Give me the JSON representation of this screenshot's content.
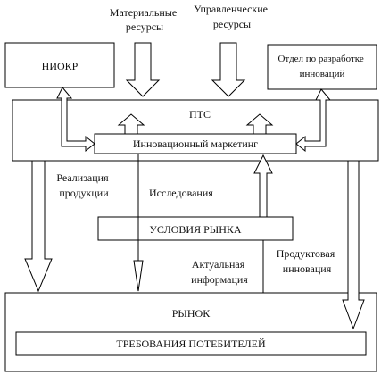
{
  "labels": {
    "material_resources": [
      "Материальные",
      "ресурсы"
    ],
    "management_resources": [
      "Управленческие",
      "ресурсы"
    ],
    "niokr": "НИОКР",
    "innovation_dept": [
      "Отдел по разработке",
      "инноваций"
    ],
    "pts": "ПТС",
    "innovation_marketing": "Инновационный маркетинг",
    "product_sales": [
      "Реализация",
      "продукции"
    ],
    "research": "Исследования",
    "market_conditions": "УСЛОВИЯ РЫНКА",
    "actual_info": [
      "Актуальная",
      "информация"
    ],
    "product_innovation": [
      "Продуктовая",
      "инновация"
    ],
    "market": "РЫНОК",
    "consumer_requirements": "ТРЕБОВАНИЯ ПОТЕБИТЕЛЕЙ"
  }
}
